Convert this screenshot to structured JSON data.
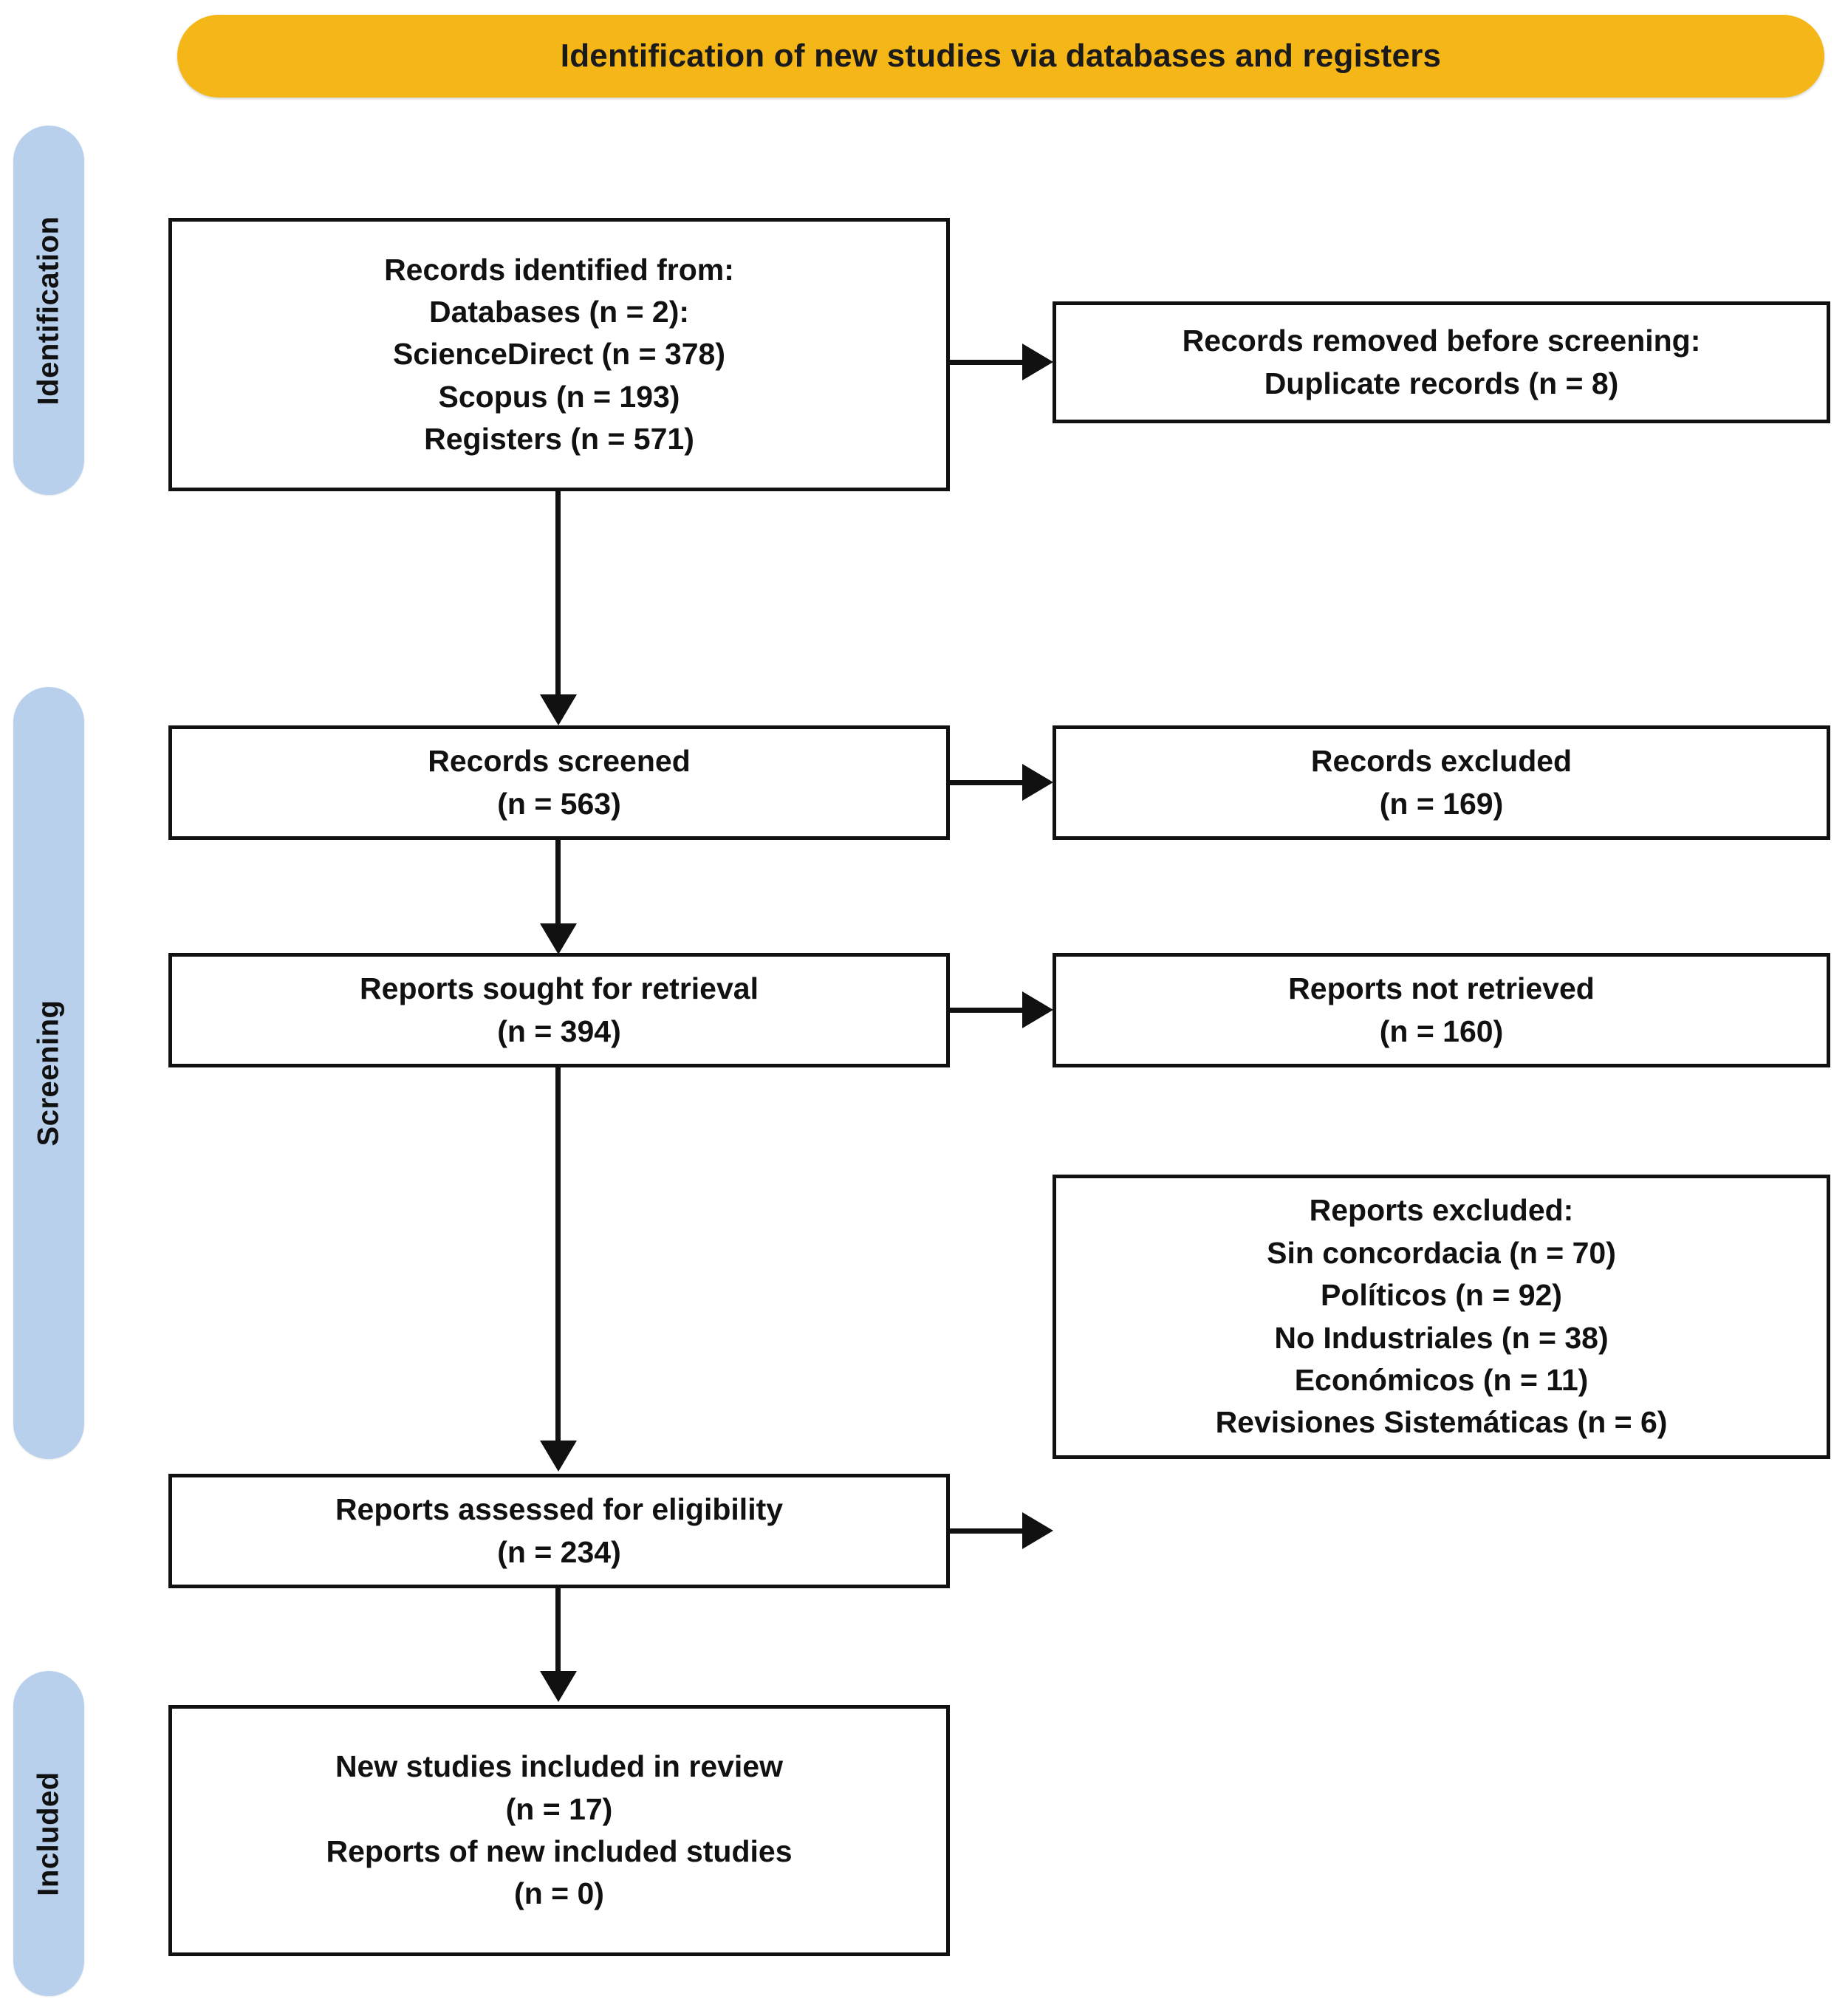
{
  "banner": {
    "title": "Identification of new studies via databases and registers",
    "color": "#F5B718"
  },
  "stages": [
    {
      "label": "Identification",
      "color": "#B8D0EC"
    },
    {
      "label": "Screening",
      "color": "#B8D0EC"
    },
    {
      "label": "Included",
      "color": "#B8D0EC"
    }
  ],
  "boxes": {
    "identified": "Records identified from:\nDatabases (n = 2):\nScienceDirect (n = 378)\nScopus (n = 193)\nRegisters (n = 571)",
    "removed": "Records removed before screening:\nDuplicate records (n = 8)",
    "screened": "Records screened\n(n = 563)",
    "records_excluded": "Records excluded\n(n = 169)",
    "sought": "Reports sought for retrieval\n(n = 394)",
    "not_retrieved": "Reports not retrieved\n(n = 160)",
    "assessed": "Reports assessed for eligibility\n(n = 234)",
    "reports_excluded": "Reports excluded:\nSin concordacia (n = 70)\nPolíticos (n = 92)\nNo Industriales (n = 38)\nEconómicos (n = 11)\nRevisiones Sistemáticas (n = 6)",
    "included": "New studies included in review\n(n = 17)\nReports of new included studies\n(n = 0)"
  },
  "chart_data": {
    "type": "diagram",
    "title": "Identification of new studies via databases and registers",
    "nodes": [
      {
        "id": "identified",
        "stage": "Identification",
        "label": "Records identified from",
        "counts": {
          "Databases": 2,
          "ScienceDirect": 378,
          "Scopus": 193,
          "Registers": 571
        }
      },
      {
        "id": "removed",
        "stage": "Identification",
        "label": "Records removed before screening",
        "counts": {
          "Duplicate records": 8
        }
      },
      {
        "id": "screened",
        "stage": "Screening",
        "label": "Records screened",
        "counts": {
          "n": 563
        }
      },
      {
        "id": "records_excluded",
        "stage": "Screening",
        "label": "Records excluded",
        "counts": {
          "n": 169
        }
      },
      {
        "id": "sought",
        "stage": "Screening",
        "label": "Reports sought for retrieval",
        "counts": {
          "n": 394
        }
      },
      {
        "id": "not_retrieved",
        "stage": "Screening",
        "label": "Reports not retrieved",
        "counts": {
          "n": 160
        }
      },
      {
        "id": "assessed",
        "stage": "Screening",
        "label": "Reports assessed for eligibility",
        "counts": {
          "n": 234
        }
      },
      {
        "id": "reports_excluded",
        "stage": "Screening",
        "label": "Reports excluded",
        "counts": {
          "Sin concordacia": 70,
          "Políticos": 92,
          "No Industriales": 38,
          "Económicos": 11,
          "Revisiones Sistemáticas": 6
        }
      },
      {
        "id": "included",
        "stage": "Included",
        "label": "New studies included in review",
        "counts": {
          "New studies included in review": 17,
          "Reports of new included studies": 0
        }
      }
    ],
    "edges": [
      {
        "from": "identified",
        "to": "removed",
        "direction": "right"
      },
      {
        "from": "identified",
        "to": "screened",
        "direction": "down"
      },
      {
        "from": "screened",
        "to": "records_excluded",
        "direction": "right"
      },
      {
        "from": "screened",
        "to": "sought",
        "direction": "down"
      },
      {
        "from": "sought",
        "to": "not_retrieved",
        "direction": "right"
      },
      {
        "from": "sought",
        "to": "assessed",
        "direction": "down"
      },
      {
        "from": "assessed",
        "to": "reports_excluded",
        "direction": "right"
      },
      {
        "from": "assessed",
        "to": "included",
        "direction": "down"
      }
    ]
  }
}
